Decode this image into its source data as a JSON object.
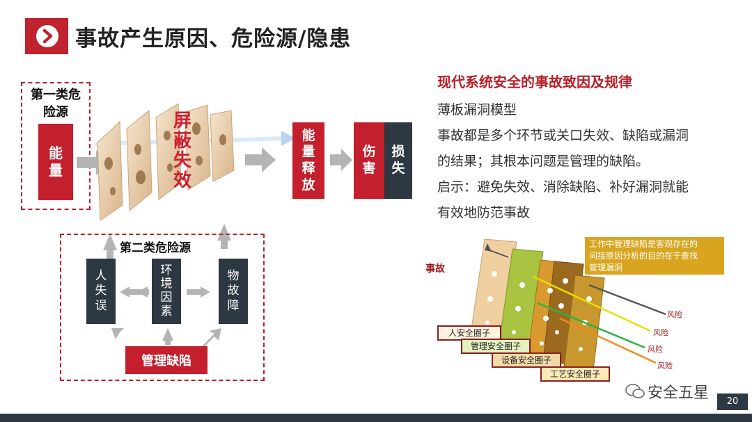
{
  "title": "事故产生原因、危险源/隐患",
  "left_diagram": {
    "class1_label": "第一类危险源",
    "energy": "能量",
    "shield": "屏蔽失效",
    "energy_release": "能量释放",
    "injury": "伤害",
    "loss": "损失",
    "class2_label": "第二类危险源",
    "human_error": "人失误",
    "environment": "环境因素",
    "equipment_fault": "物故障",
    "management_defect": "管理缺陷"
  },
  "right_text": {
    "heading": "现代系统安全的事故致因及规律",
    "model_name": "薄板漏洞模型",
    "line1": "事故都是多个环节或关口失效、缺陷或漏洞",
    "line2": "的结果；其根本问题是管理的缺陷。",
    "line3": "启示：避免失效、消除缺陷、补好漏洞就能",
    "line4": "有效地防范事故"
  },
  "model_diagram": {
    "accident": "事故",
    "note": "工作中管理缺陷是客观存在的间接原因分析的目的在于查找管理漏洞",
    "note_lines": [
      "工作中管理缺陷是客观存在的",
      "间接原因分析的目的在于查找",
      "管理漏洞"
    ],
    "risk": "风险",
    "circles": [
      "人安全圈子",
      "管理安全圈子",
      "设备安全圈子",
      "工艺安全圈子"
    ],
    "colors": {
      "plate1": "#f0cfa0",
      "plate2": "#a8c440",
      "plate3": "#d89a30",
      "plate4": "#9c6a1e",
      "plate5": "#c8982e",
      "note_bg": "#d9a520"
    }
  },
  "watermark": "安全五星",
  "page_number": "20",
  "colors": {
    "accent_red": "#c41f2d",
    "dark_slate": "#2e3843"
  }
}
